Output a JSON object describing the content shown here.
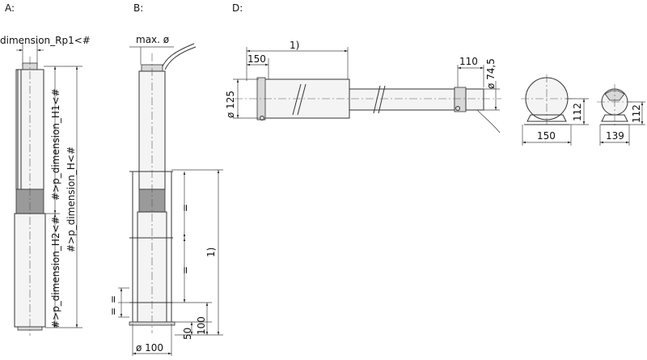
{
  "labels": {
    "view_a": "A:",
    "view_b": "B:",
    "view_d": "D:",
    "rp1": "dimension_Rp1<#",
    "h1": "#>p_dimension_H1<#",
    "h": "#>p_dimension_H<#",
    "h2": "#>p_dimension_H2<#",
    "max_dia": "max. ø",
    "note_b": "1)",
    "equal_1": "=",
    "equal_2": "=",
    "equal_3": "=",
    "equal_4": "=",
    "dim_50": "50",
    "dim_100_v": "100",
    "dia_100": "ø 100",
    "note_d": "1)",
    "dim_150_a": "150",
    "dim_110": "110",
    "dia_125": "ø 125",
    "dia_74_5": "ø 74,5",
    "dim_112_a": "112",
    "dim_150_b": "150",
    "dim_112_b": "112",
    "dim_139": "139"
  }
}
